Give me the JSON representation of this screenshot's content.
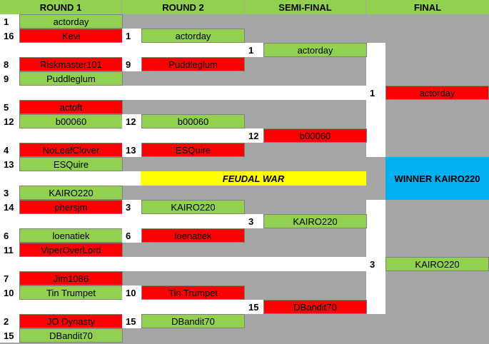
{
  "headers": {
    "round1": "ROUND 1",
    "round2": "ROUND 2",
    "semifinal": "SEMI-FINAL",
    "final": "FINAL"
  },
  "banner": "FEUDAL WAR",
  "winner": "WINNER KAIRO220",
  "colors": {
    "advance": "#92d050",
    "eliminated": "#ff0000",
    "header": "#92d050",
    "banner": "#ffff00",
    "winner": "#00b0f0"
  },
  "round1": [
    {
      "seed": "1",
      "name": "actorday",
      "result": "win"
    },
    {
      "seed": "16",
      "name": "Kevi",
      "result": "loss"
    },
    {
      "seed": "8",
      "name": "Riskmaster101",
      "result": "loss"
    },
    {
      "seed": "9",
      "name": "Puddleglum",
      "result": "win"
    },
    {
      "seed": "5",
      "name": "actoft",
      "result": "loss"
    },
    {
      "seed": "12",
      "name": "b00060",
      "result": "win"
    },
    {
      "seed": "4",
      "name": "NoLeafClover",
      "result": "loss"
    },
    {
      "seed": "13",
      "name": "ESQuire",
      "result": "win"
    },
    {
      "seed": "3",
      "name": "KAIRO220",
      "result": "win"
    },
    {
      "seed": "14",
      "name": "phersjm",
      "result": "loss"
    },
    {
      "seed": "6",
      "name": "loenatiek",
      "result": "win"
    },
    {
      "seed": "11",
      "name": "ViperOverLord",
      "result": "loss"
    },
    {
      "seed": "7",
      "name": "Jim1086",
      "result": "loss"
    },
    {
      "seed": "10",
      "name": "Tin Trumpet",
      "result": "win"
    },
    {
      "seed": "2",
      "name": "JO Dynasty",
      "result": "loss"
    },
    {
      "seed": "15",
      "name": "DBandit70",
      "result": "win"
    }
  ],
  "round2": [
    {
      "seed": "1",
      "name": "actorday",
      "result": "win"
    },
    {
      "seed": "9",
      "name": "Puddleglum",
      "result": "loss"
    },
    {
      "seed": "12",
      "name": "b00060",
      "result": "win"
    },
    {
      "seed": "13",
      "name": "ESQuire",
      "result": "loss"
    },
    {
      "seed": "3",
      "name": "KAIRO220",
      "result": "win"
    },
    {
      "seed": "6",
      "name": "loenatiek",
      "result": "loss"
    },
    {
      "seed": "10",
      "name": "Tin Trumpet",
      "result": "loss"
    },
    {
      "seed": "15",
      "name": "DBandit70",
      "result": "win"
    }
  ],
  "semifinal": [
    {
      "seed": "1",
      "name": "actorday",
      "result": "win"
    },
    {
      "seed": "12",
      "name": "b00060",
      "result": "loss"
    },
    {
      "seed": "3",
      "name": "KAIRO220",
      "result": "win"
    },
    {
      "seed": "15",
      "name": "DBandit70",
      "result": "loss"
    }
  ],
  "final": [
    {
      "seed": "1",
      "name": "actorday",
      "result": "loss"
    },
    {
      "seed": "3",
      "name": "KAIRO220",
      "result": "win"
    }
  ]
}
